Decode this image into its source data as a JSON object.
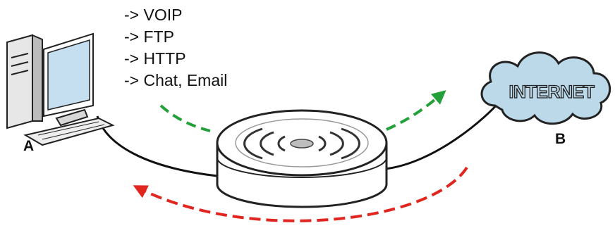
{
  "services": [
    "-> VOIP",
    "-> FTP",
    "-> HTTP",
    "-> Chat, Email"
  ],
  "nodes": {
    "a": {
      "label": "A",
      "icon": "desktop-computer-icon"
    },
    "router": {
      "icon": "wireless-router-icon"
    },
    "b": {
      "label": "B",
      "icon": "internet-cloud-icon",
      "cloud_text": "INTERNET"
    }
  },
  "colors": {
    "outbound_arrow": "#23a03a",
    "inbound_arrow": "#e0261e",
    "cloud_fill": "#bcd9ea",
    "monitor_screen": "#c5def0",
    "cable": "#111111"
  }
}
